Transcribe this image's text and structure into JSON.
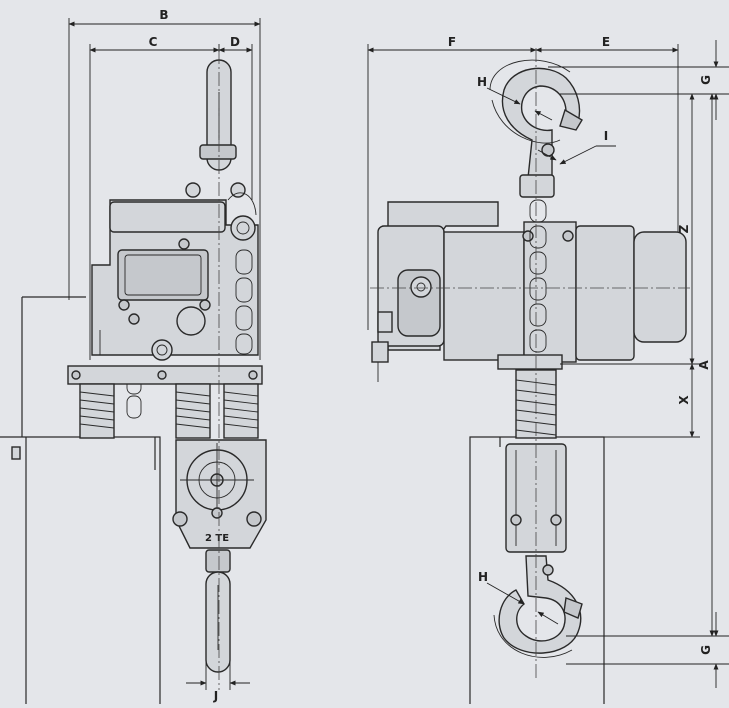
{
  "diagram": {
    "dimension_labels": {
      "A": "A",
      "B": "B",
      "C": "C",
      "D": "D",
      "E": "E",
      "F": "F",
      "G_top": "G",
      "G_bottom": "G",
      "H_top": "H",
      "H_bottom": "H",
      "I": "I",
      "J": "J",
      "X": "X",
      "Z": "Z"
    },
    "nameplate": "2 TE"
  }
}
